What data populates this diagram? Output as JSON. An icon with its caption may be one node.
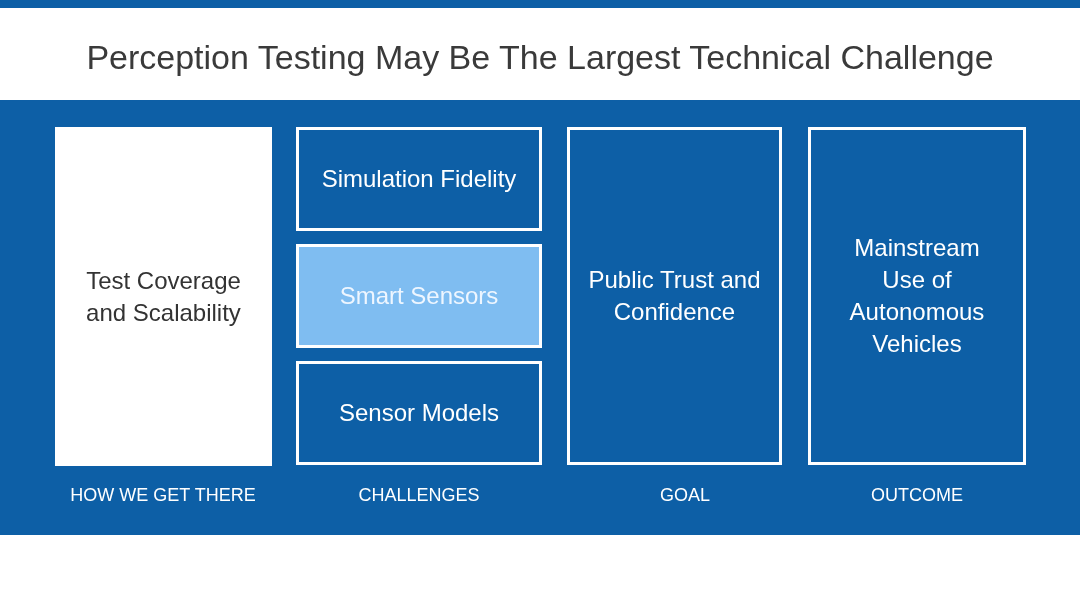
{
  "diagram": {
    "title": "Perception Testing May Be The Largest Technical Challenge",
    "nodes": [
      {
        "text": [
          "Test Coverage and Scalability"
        ]
      },
      {
        "text": [
          "Simulation Fidelity"
        ]
      },
      {
        "text": [
          "Smart Sensors"
        ]
      },
      {
        "text": [
          "Sensor Models"
        ]
      },
      {
        "text": [
          "Public Trust and Confidence"
        ]
      },
      {
        "text": [
          "Mainstream Use of Autonomous Vehicles"
        ]
      }
    ],
    "labels": [
      "HOW WE GET THERE",
      "CHALLENGES",
      "GOAL",
      "OUTCOME"
    ]
  }
}
